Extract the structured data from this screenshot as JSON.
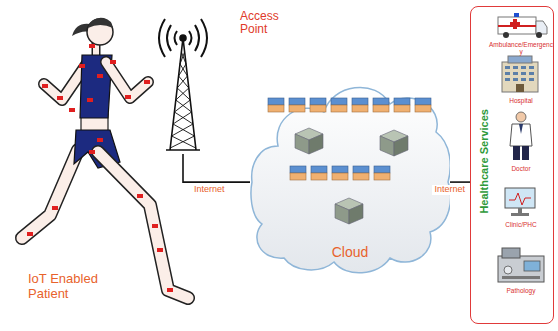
{
  "diagram": {
    "nodes": [
      {
        "text": [
          "IoT Enabled Patient"
        ]
      },
      {
        "text": [
          "Access Point"
        ]
      },
      {
        "text": [
          "Cloud"
        ]
      },
      {
        "text": [
          "Healthcare Services"
        ]
      },
      {
        "text": [
          "Ambulance/Emergency"
        ],
        "in": 3
      },
      {
        "text": [
          "Hospital"
        ],
        "in": 3
      },
      {
        "text": [
          "Doctor"
        ],
        "in": 3
      },
      {
        "text": [
          "Clinic/PHC"
        ],
        "in": 3
      },
      {
        "text": [
          "Pathology"
        ],
        "in": 3
      }
    ],
    "edges": [
      {
        "from": 1,
        "to": 2,
        "label": "Internet",
        "arrow": "none"
      },
      {
        "from": 2,
        "to": 3,
        "label": "Internet",
        "arrow": "none"
      }
    ]
  }
}
